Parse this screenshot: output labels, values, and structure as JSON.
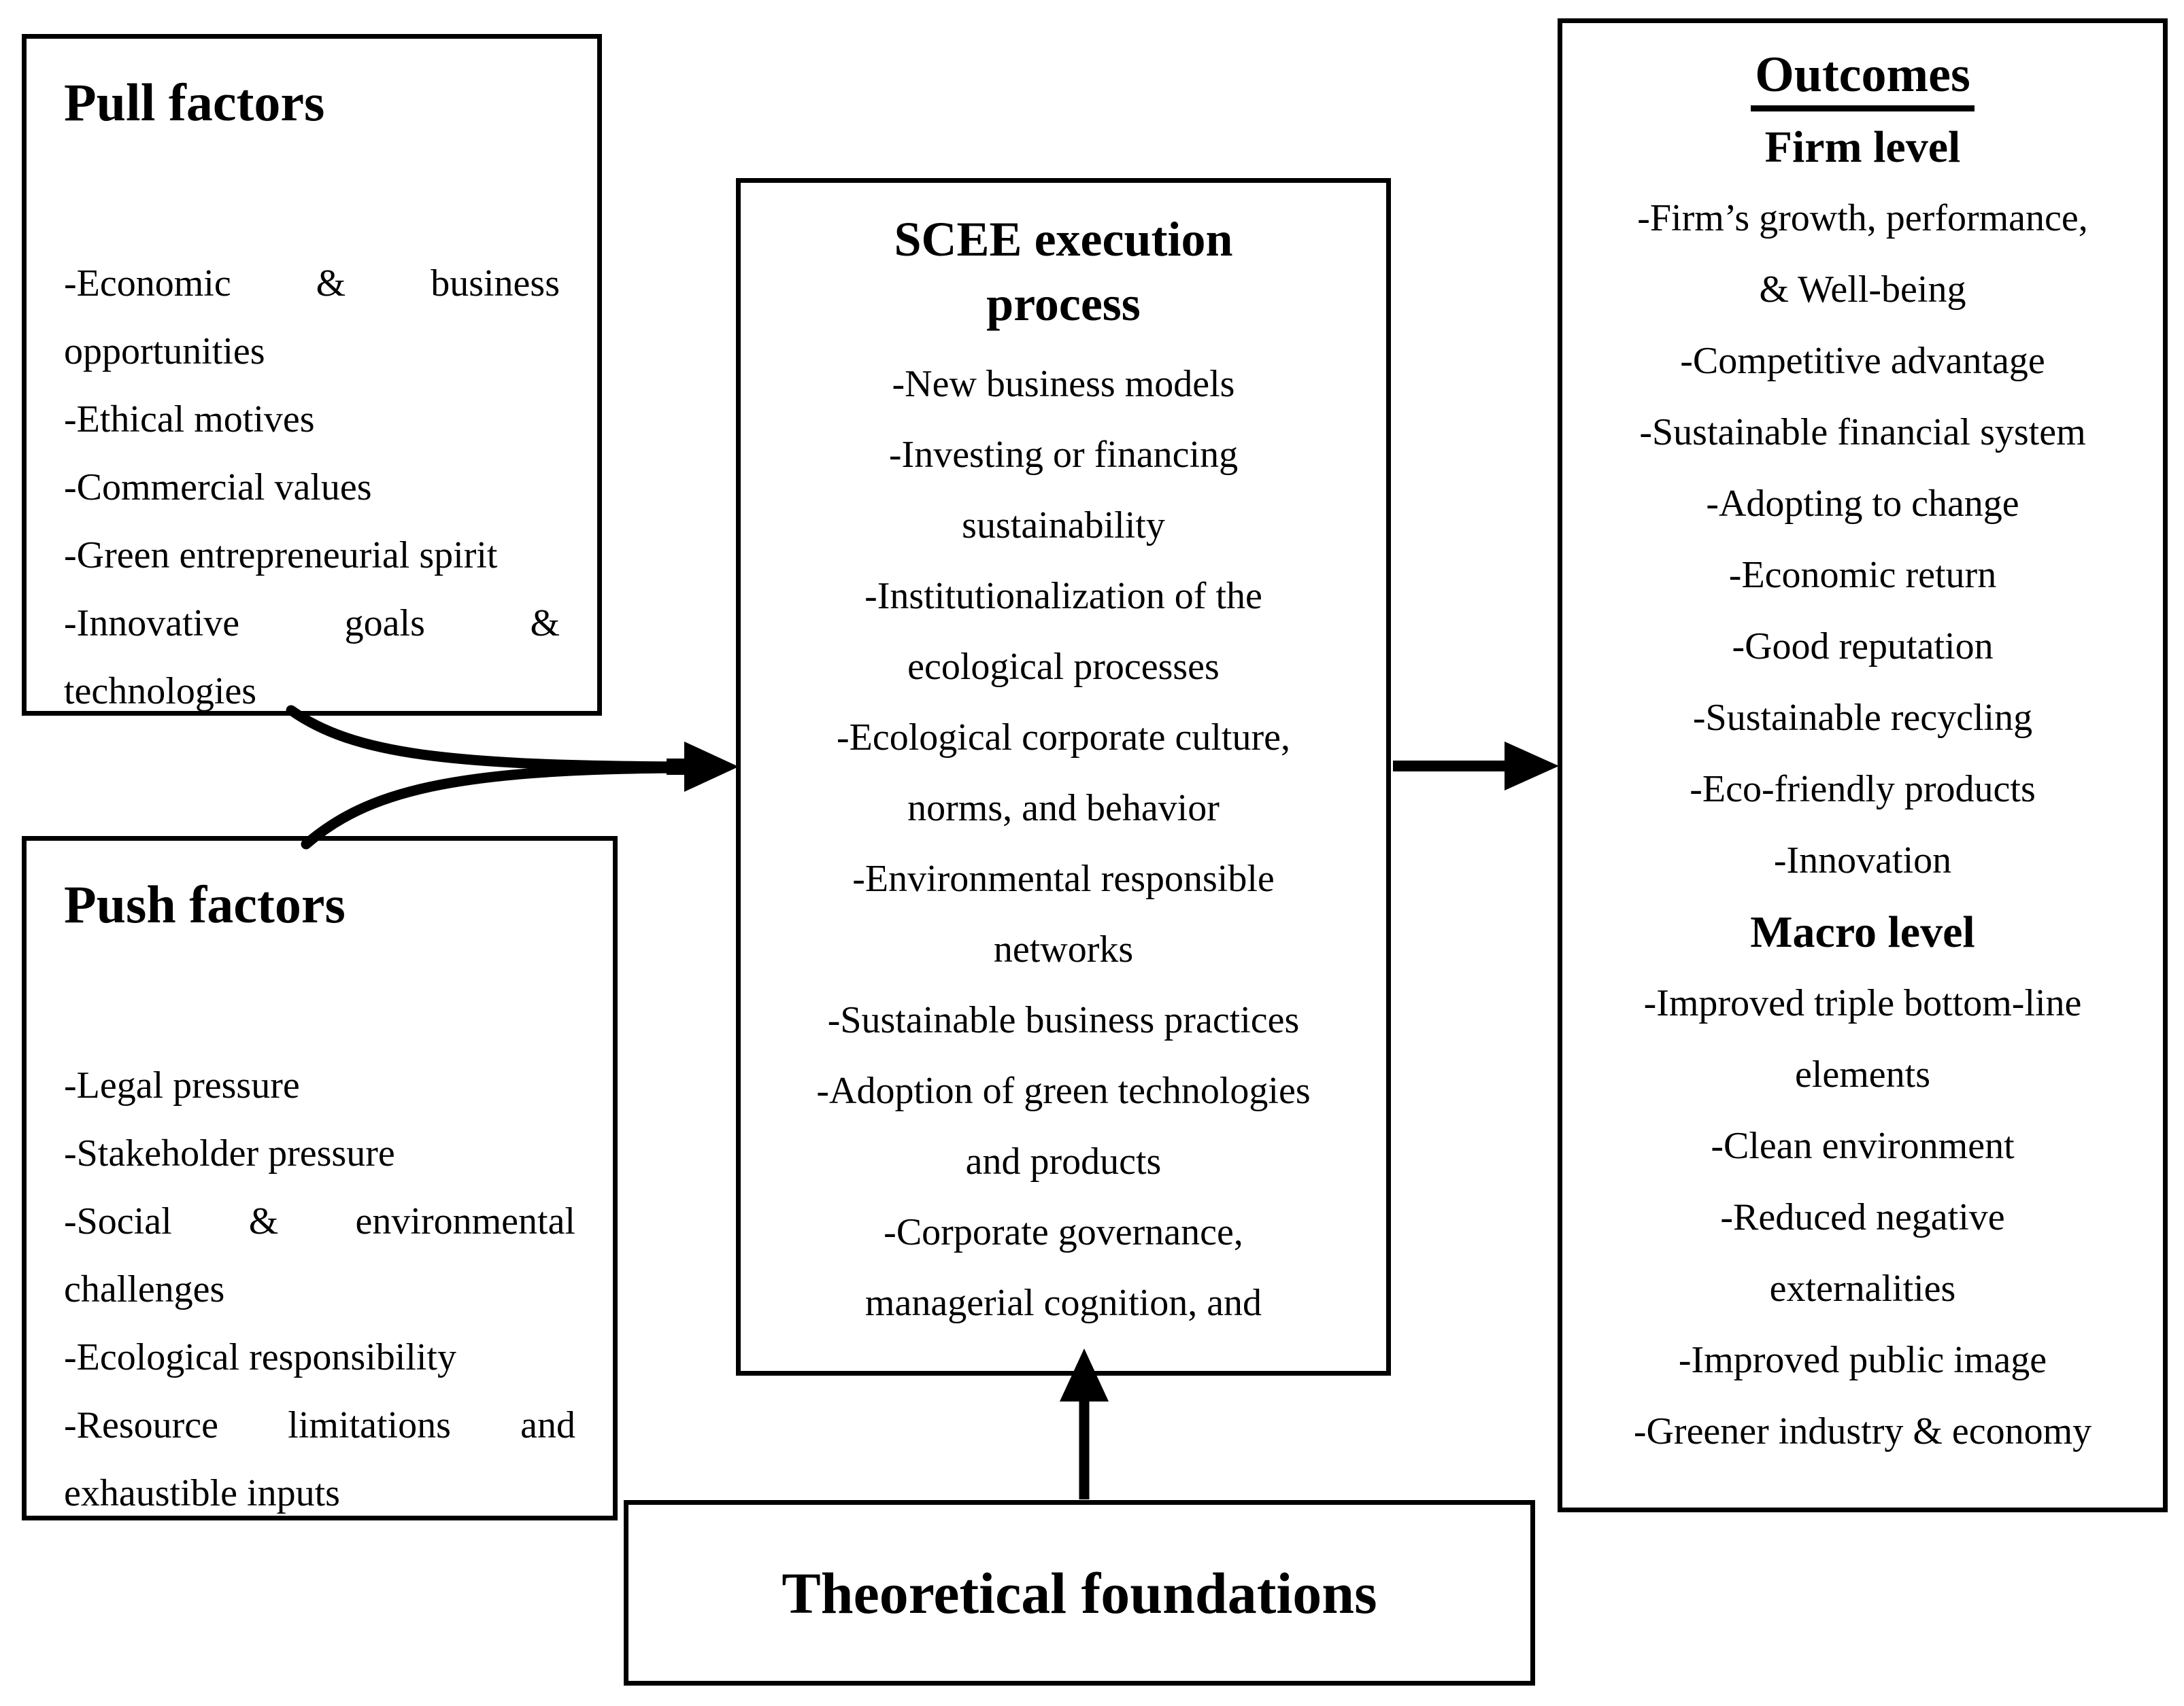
{
  "colors": {
    "ink": "#000000",
    "background": "#ffffff"
  },
  "boxes": {
    "pull_factors": {
      "title": "Pull factors",
      "lines": [
        {
          "words": [
            "-Economic",
            "&",
            "business"
          ]
        },
        {
          "text": "opportunities"
        },
        {
          "text": "-Ethical motives"
        },
        {
          "text": "-Commercial values"
        },
        {
          "text": "-Green entrepreneurial spirit"
        },
        {
          "words": [
            "-Innovative",
            "goals",
            "&"
          ]
        },
        {
          "text": "technologies"
        }
      ]
    },
    "push_factors": {
      "title": "Push factors",
      "lines": [
        {
          "text": "-Legal pressure"
        },
        {
          "text": "-Stakeholder pressure"
        },
        {
          "words": [
            "-Social",
            "&",
            "environmental"
          ]
        },
        {
          "text": "challenges"
        },
        {
          "text": "-Ecological responsibility"
        },
        {
          "words": [
            "-Resource",
            "limitations",
            "and"
          ]
        },
        {
          "text": "exhaustible inputs"
        }
      ]
    },
    "scee_process": {
      "title_line1": "SCEE execution",
      "title_line2": "process",
      "lines": [
        {
          "text": "-New business models"
        },
        {
          "text": "-Investing or financing"
        },
        {
          "text": "sustainability"
        },
        {
          "text": "-Institutionalization of the"
        },
        {
          "text": "ecological processes"
        },
        {
          "text": "-Ecological corporate culture,"
        },
        {
          "text": "norms, and behavior"
        },
        {
          "text": "-Environmental responsible"
        },
        {
          "text": "networks"
        },
        {
          "text": "-Sustainable business practices"
        },
        {
          "text": "-Adoption of green technologies"
        },
        {
          "text": "and products"
        },
        {
          "text": "-Corporate governance,"
        },
        {
          "text": "managerial cognition, and"
        }
      ]
    },
    "outcomes": {
      "title": "Outcomes",
      "lines": [
        {
          "text": "Firm level",
          "style": "heading"
        },
        {
          "text": "-Firm’s growth, performance,"
        },
        {
          "text": "& Well-being"
        },
        {
          "text": "-Competitive advantage"
        },
        {
          "text": "-Sustainable financial system"
        },
        {
          "text": "-Adopting to change"
        },
        {
          "text": "-Economic return"
        },
        {
          "text": "-Good reputation"
        },
        {
          "text": "-Sustainable recycling"
        },
        {
          "text": "-Eco-friendly products"
        },
        {
          "text": "-Innovation"
        },
        {
          "text": "Macro level",
          "style": "heading"
        },
        {
          "text": "-Improved triple bottom-line"
        },
        {
          "text": "elements"
        },
        {
          "text": "-Clean environment"
        },
        {
          "text": "-Reduced negative"
        },
        {
          "text": "externalities"
        },
        {
          "text": "-Improved public image"
        },
        {
          "text": "-Greener industry & economy"
        }
      ]
    },
    "theoretical_foundations": {
      "title": "Theoretical foundations"
    }
  },
  "connections": [
    {
      "from": "pull_factors",
      "to": "scee_process",
      "type": "curved-merge-arrow"
    },
    {
      "from": "push_factors",
      "to": "scee_process",
      "type": "curved-merge-arrow"
    },
    {
      "from": "scee_process",
      "to": "outcomes",
      "type": "straight-arrow"
    },
    {
      "from": "theoretical_foundations",
      "to": "scee_process",
      "type": "straight-arrow-up"
    }
  ]
}
